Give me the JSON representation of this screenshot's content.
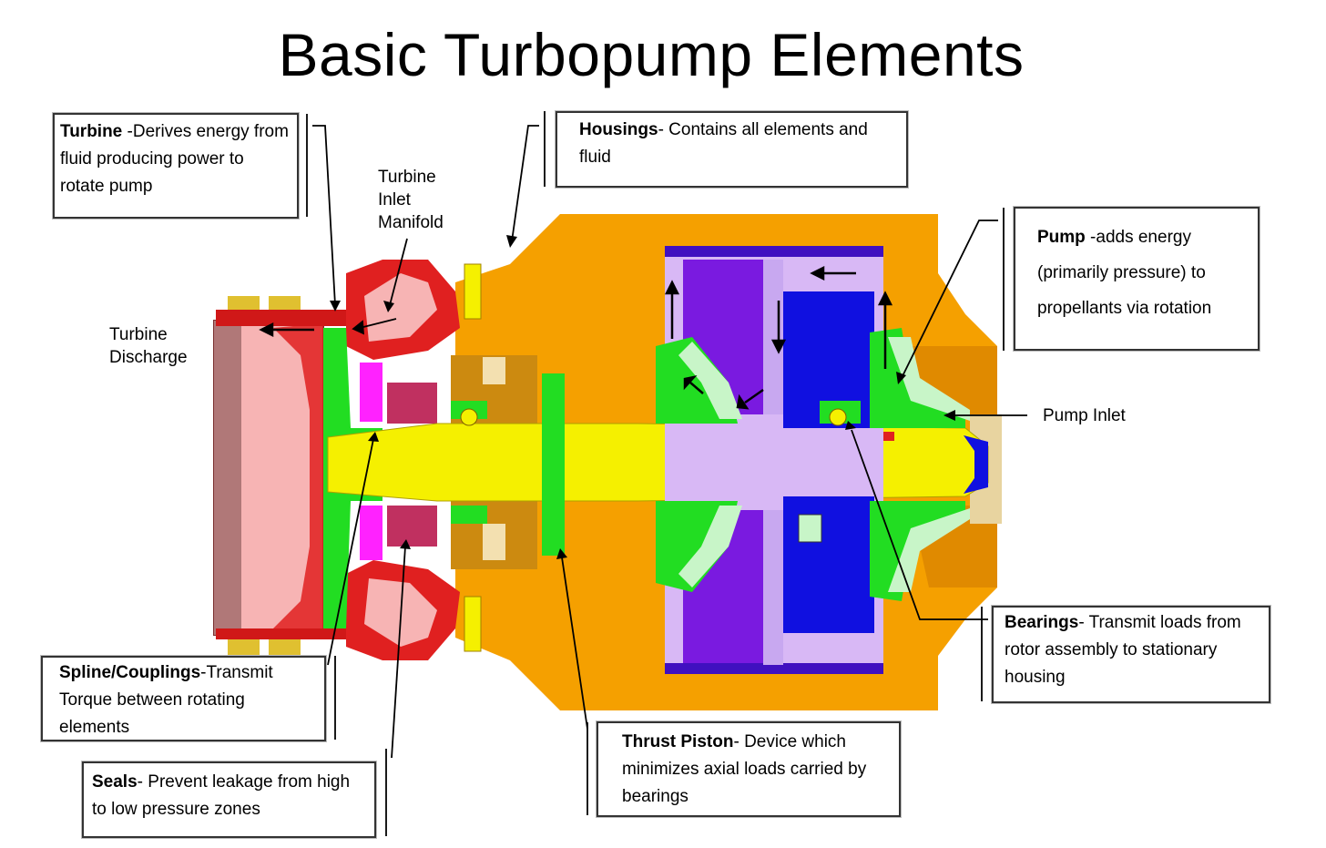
{
  "title": "Basic Turbopump Elements",
  "callouts": {
    "turbine": {
      "term": "Turbine",
      "sep": " -",
      "desc": "Derives energy from  fluid  producing power to  rotate pump"
    },
    "housings": {
      "term": "Housings",
      "sep": "- ",
      "desc": "Contains all elements and fluid"
    },
    "pump": {
      "term": "Pump",
      "sep": " -",
      "desc": "adds energy (primarily pressure)  to propellants via rotation"
    },
    "bearings": {
      "term": "Bearings",
      "sep": "- ",
      "desc": "Transmit loads from rotor assembly to stationary housing"
    },
    "spline": {
      "term": "Spline/Couplings",
      "sep": "-",
      "desc": "Transmit Torque  between rotating elements"
    },
    "seals": {
      "term": "Seals",
      "sep": "- ",
      "desc": "Prevent leakage from high to low pressure zones"
    },
    "thrust": {
      "term": "Thrust Piston",
      "sep": "- ",
      "desc": "Device which minimizes axial loads carried by bearings"
    }
  },
  "labels": {
    "turbine_inlet_manifold": "Turbine Inlet Manifold",
    "turbine_discharge": "Turbine Discharge",
    "pump_inlet": "Pump Inlet"
  },
  "colors": {
    "housing": "#f5a000",
    "shaft": "#f5f000",
    "turbine_red": "#e02020",
    "turbine_pink": "#f7b4b4",
    "impeller_green": "#22dd22",
    "pale_green": "#c8f5c8",
    "pump_blue": "#1010e0",
    "pump_violet": "#7a1ae0",
    "lavender": "#d8b8f5",
    "magenta": "#ff22ff"
  }
}
